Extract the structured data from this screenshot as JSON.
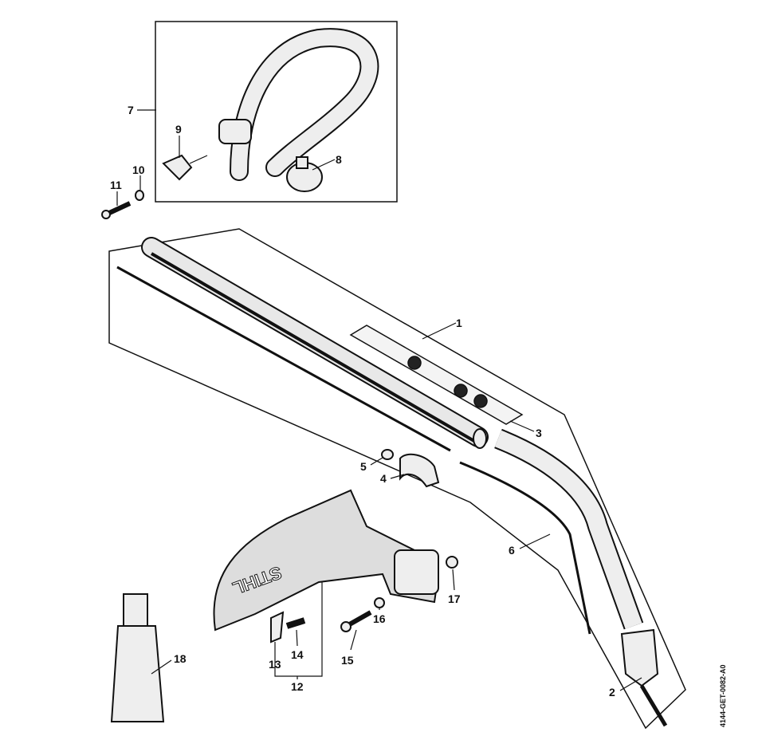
{
  "diagram": {
    "document_id": "4144-GET-0082-A0",
    "callouts": [
      {
        "number": "1"
      },
      {
        "number": "2"
      },
      {
        "number": "3"
      },
      {
        "number": "4"
      },
      {
        "number": "5"
      },
      {
        "number": "6"
      },
      {
        "number": "7"
      },
      {
        "number": "8"
      },
      {
        "number": "9"
      },
      {
        "number": "10"
      },
      {
        "number": "11"
      },
      {
        "number": "12"
      },
      {
        "number": "13"
      },
      {
        "number": "14"
      },
      {
        "number": "15"
      },
      {
        "number": "16"
      },
      {
        "number": "17"
      },
      {
        "number": "18"
      }
    ],
    "guard_brand": "STIHL"
  }
}
